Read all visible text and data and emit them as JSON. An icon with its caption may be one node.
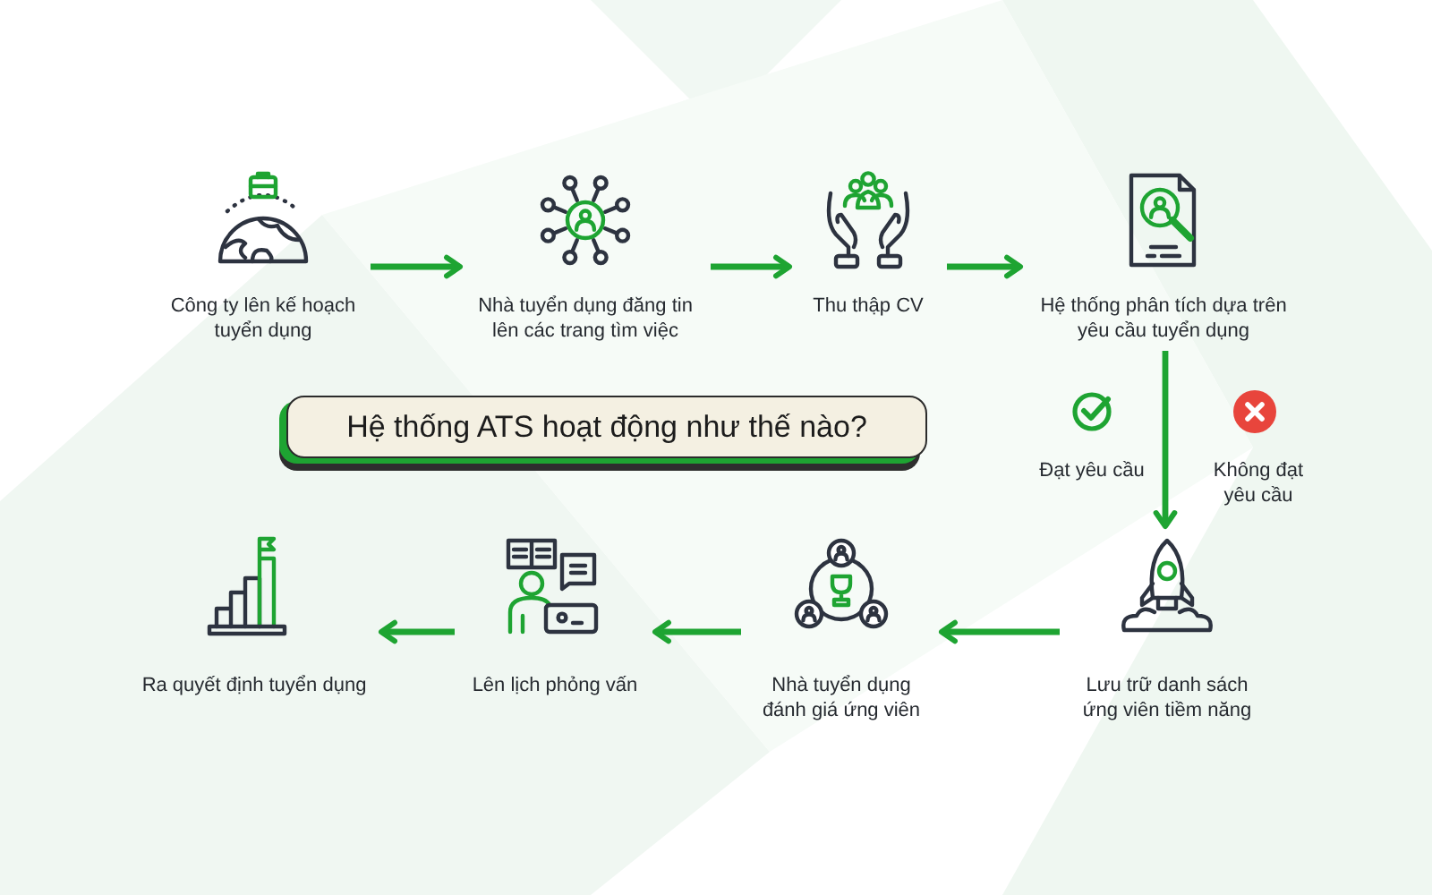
{
  "diagram": {
    "title": "Hệ thống ATS hoạt động như thế nào?",
    "nodes": [
      {
        "text": [
          "Công ty lên kế hoạch tuyển dụng"
        ]
      },
      {
        "text": [
          "Nhà tuyển dụng đăng tin lên các trang tìm việc"
        ]
      },
      {
        "text": [
          "Thu thập CV"
        ]
      },
      {
        "text": [
          "Hệ thống phân tích dựa trên yêu cầu tuyển dụng"
        ]
      },
      {
        "text": [
          "Lưu trữ danh sách ứng viên tiềm năng"
        ]
      },
      {
        "text": [
          "Nhà tuyển dụng đánh giá ứng viên"
        ]
      },
      {
        "text": [
          "Lên lịch phỏng vấn"
        ]
      },
      {
        "text": [
          "Ra quyết định tuyển dụng"
        ]
      }
    ],
    "edges": [
      {
        "from": 0,
        "to": 1,
        "arrow": "to"
      },
      {
        "from": 1,
        "to": 2,
        "arrow": "to"
      },
      {
        "from": 2,
        "to": 3,
        "arrow": "to"
      },
      {
        "from": 3,
        "to": 4,
        "arrow": "to"
      },
      {
        "from": 4,
        "to": 5,
        "arrow": "to"
      },
      {
        "from": 5,
        "to": 6,
        "arrow": "to"
      },
      {
        "from": 6,
        "to": 7,
        "arrow": "to"
      }
    ],
    "labels": [
      "Đạt yêu cầu",
      "Không đạt yêu cầu"
    ]
  }
}
